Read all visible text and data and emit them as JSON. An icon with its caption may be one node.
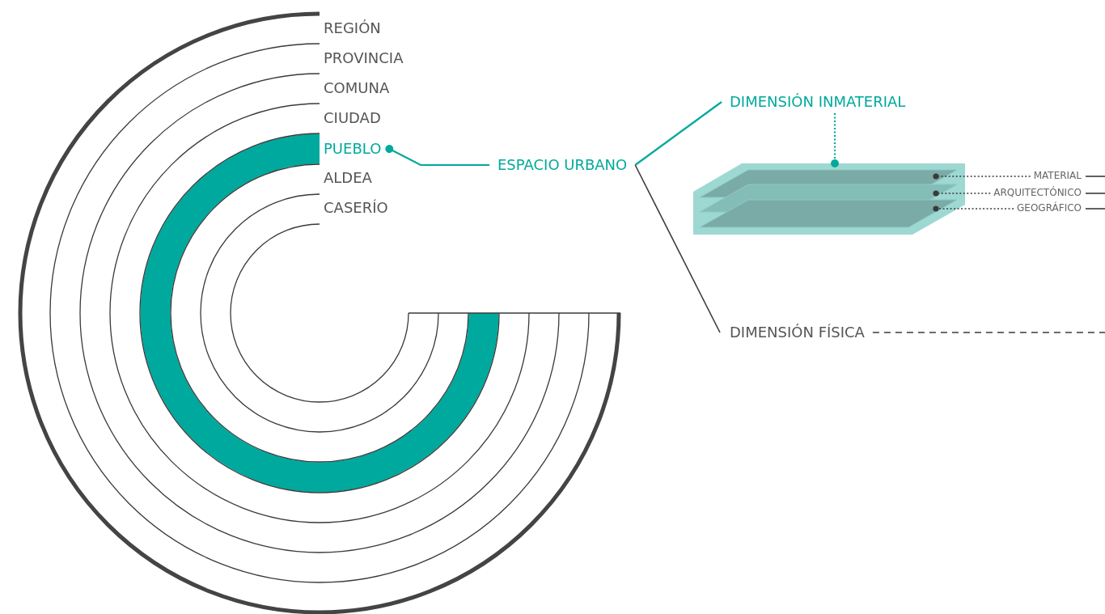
{
  "diagram": {
    "nodes": [
      {
        "text": [
          "PUEBLO"
        ]
      },
      {
        "text": [
          "ESPACIO URBANO"
        ]
      },
      {
        "text": [
          "DIMENSIÓN INMATERIAL"
        ]
      },
      {
        "text": [],
        "shape": "box"
      },
      {
        "text": [],
        "shape": "box",
        "in": 3
      },
      {
        "text": [],
        "shape": "box",
        "in": 3
      },
      {
        "text": [],
        "shape": "box",
        "in": 3
      },
      {
        "text": [
          "DIMENSIÓN FÍSICA"
        ]
      },
      {
        "text": [
          "MATERIAL"
        ]
      },
      {
        "text": [
          "ARQUITECTÓNICO"
        ]
      },
      {
        "text": [
          "GEOGRÁFICO"
        ]
      }
    ],
    "edges": [
      {
        "from": 1,
        "to": 0,
        "arrow": "other",
        "color": "#00a99d"
      },
      {
        "from": 1,
        "to": 2,
        "arrow": "none",
        "color": "#00a99d"
      },
      {
        "from": 2,
        "to": 3,
        "arrow": "other",
        "style": "dashed",
        "color": "#00a99d"
      },
      {
        "from": 1,
        "to": 7,
        "arrow": "none"
      },
      {
        "from": 7,
        "to": null,
        "arrow": "none",
        "style": "dashed"
      },
      {
        "from": 8,
        "to": 4,
        "arrow": "other",
        "style": "dashed"
      },
      {
        "from": 9,
        "to": 5,
        "arrow": "other",
        "style": "dashed"
      },
      {
        "from": 10,
        "to": 6,
        "arrow": "other",
        "style": "dashed"
      },
      {
        "from": 8,
        "to": null,
        "arrow": "none"
      },
      {
        "from": 9,
        "to": null,
        "arrow": "none"
      },
      {
        "from": 10,
        "to": null,
        "arrow": "none"
      }
    ],
    "labels": [
      "REGIÓN",
      "PROVINCIA",
      "COMUNA",
      "CIUDAD",
      "ALDEA",
      "CASERÍO"
    ]
  }
}
